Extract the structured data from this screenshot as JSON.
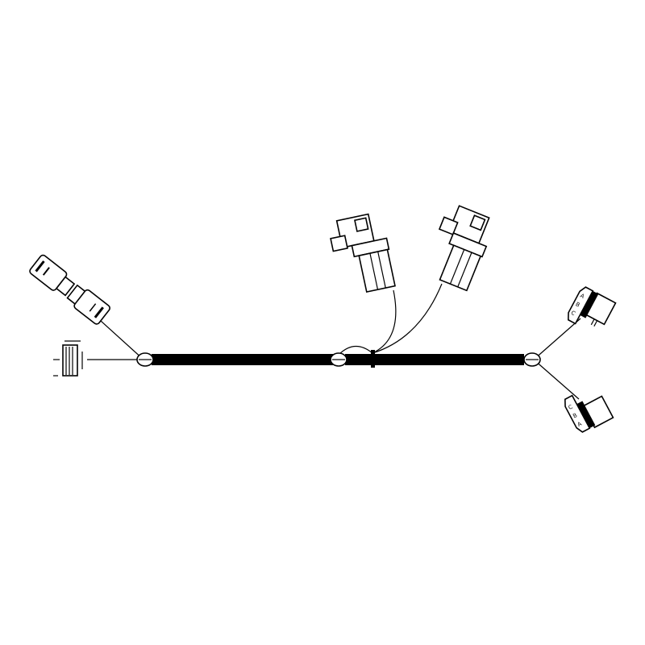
{
  "diagram": {
    "type": "wiring-harness",
    "colors": {
      "line": "#000000",
      "background": "#ffffff",
      "bundle": "#000000"
    },
    "connectors": [
      {
        "id": "left-inline-connector-pair"
      },
      {
        "id": "ring-terminal"
      },
      {
        "id": "top-connector-1"
      },
      {
        "id": "top-connector-2"
      },
      {
        "id": "right-connector-upper",
        "pins": [
          "A",
          "B",
          "C"
        ]
      },
      {
        "id": "right-connector-lower",
        "pins": [
          "C",
          "B",
          "A"
        ]
      }
    ]
  }
}
